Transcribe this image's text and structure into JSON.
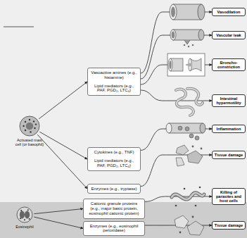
{
  "diagram": {
    "nodes": [
      {
        "text": [
          "Activated mast cell (or basophil)"
        ]
      },
      {
        "text": [
          "Vasoactive amines (e.g., histamine)",
          "Lipid mediators (e.g., PAF, PGD₂, LTC₄)"
        ]
      },
      {
        "text": [
          "Cytokines (e.g., TNF)",
          "Lipid mediators (e.g., PAF, PGD₂, LTC₄)"
        ]
      },
      {
        "text": [
          "Enzymes (e.g., tryptase)"
        ]
      },
      {
        "text": [
          "Eosinophil"
        ]
      },
      {
        "text": [
          "Cationic granule proteins (e.g., major basic protein, eosinophil cationic protein)"
        ]
      },
      {
        "text": [
          "Enzymes (e.g., eosinophil peroxidase)"
        ]
      },
      {
        "text": [
          "Vasodilation"
        ]
      },
      {
        "text": [
          "Vascular leak"
        ]
      },
      {
        "text": [
          "Broncho-constriction"
        ]
      },
      {
        "text": [
          "Intestinal hypermotility"
        ]
      },
      {
        "text": [
          "Inflammation"
        ]
      },
      {
        "text": [
          "Tissue damage"
        ]
      },
      {
        "text": [
          "Killing of parasites and host cells"
        ]
      },
      {
        "text": [
          "Tissue damage"
        ]
      }
    ],
    "edges": [
      {
        "from": 0,
        "to": 1,
        "arrow": "to"
      },
      {
        "from": 0,
        "to": 2,
        "arrow": "to"
      },
      {
        "from": 0,
        "to": 3,
        "arrow": "to"
      },
      {
        "from": 4,
        "to": 5,
        "arrow": "to"
      },
      {
        "from": 4,
        "to": 6,
        "arrow": "to"
      },
      {
        "from": 1,
        "to": 7,
        "arrow": "to"
      },
      {
        "from": 1,
        "to": 8,
        "arrow": "to"
      },
      {
        "from": 1,
        "to": 9,
        "arrow": "to"
      },
      {
        "from": 1,
        "to": 10,
        "arrow": "to"
      },
      {
        "from": 2,
        "to": 11,
        "arrow": "to"
      },
      {
        "from": 3,
        "to": 12,
        "arrow": "to"
      },
      {
        "from": 5,
        "to": 13,
        "arrow": "to"
      },
      {
        "from": 6,
        "to": 14,
        "arrow": "to"
      }
    ]
  }
}
